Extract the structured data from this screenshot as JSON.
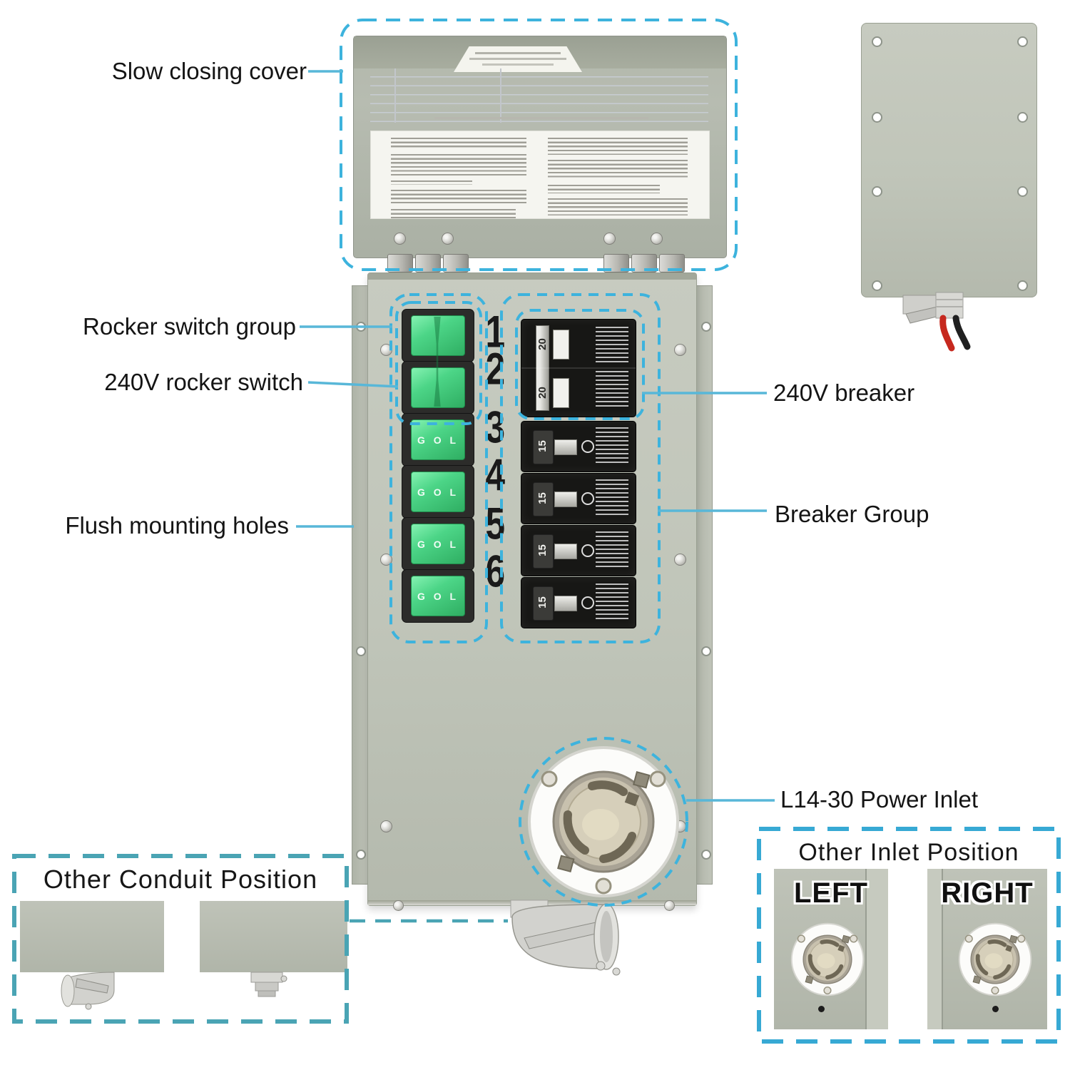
{
  "callouts": {
    "slow_closing_cover": "Slow closing cover",
    "rocker_switch_group": "Rocker switch group",
    "rocker_240v": "240V rocker switch",
    "flush_mounting_holes": "Flush mounting holes",
    "breaker_240v": "240V breaker",
    "breaker_group": "Breaker Group",
    "power_inlet": "L14-30 Power Inlet"
  },
  "panel": {
    "circuit_numbers": [
      "1",
      "2",
      "3",
      "4",
      "5",
      "6"
    ],
    "switch_marking": "G O L",
    "breaker_ratings": {
      "double": [
        "20",
        "20"
      ],
      "singles": [
        "15",
        "15",
        "15",
        "15"
      ]
    }
  },
  "boxes": {
    "other_conduit": {
      "title": "Other Conduit Position"
    },
    "other_inlet": {
      "title": "Other Inlet Position",
      "left": "LEFT",
      "right": "RIGHT"
    }
  },
  "colors": {
    "annotation_dash_blue": "#3db3dd",
    "leader_line": "#58b7d8",
    "conduit_box_dash": "#4aa4b4",
    "inlet_box_dash": "#37a9d4",
    "switch_green": "#3ecb76",
    "enclosure_gray": "#c2c6bb",
    "wire_red": "#c6281e",
    "wire_black": "#202020"
  }
}
